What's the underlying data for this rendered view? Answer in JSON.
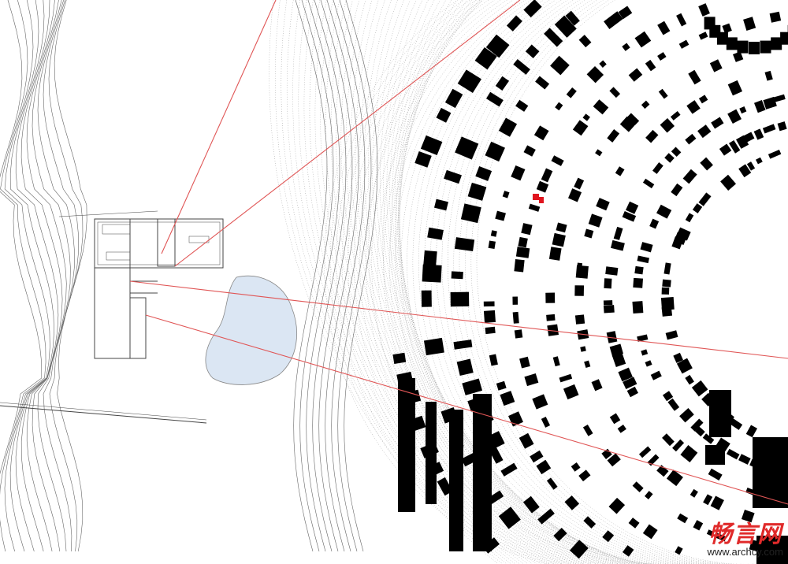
{
  "title": "Site plan with house and village context",
  "colors": {
    "contour": "#555555",
    "link_line": "#e05555",
    "pond": "#dbe6f3",
    "building": "#000000",
    "highlight": "#e0141e"
  },
  "watermark": {
    "logo": "畅言网",
    "url": "www.archcy.com"
  }
}
